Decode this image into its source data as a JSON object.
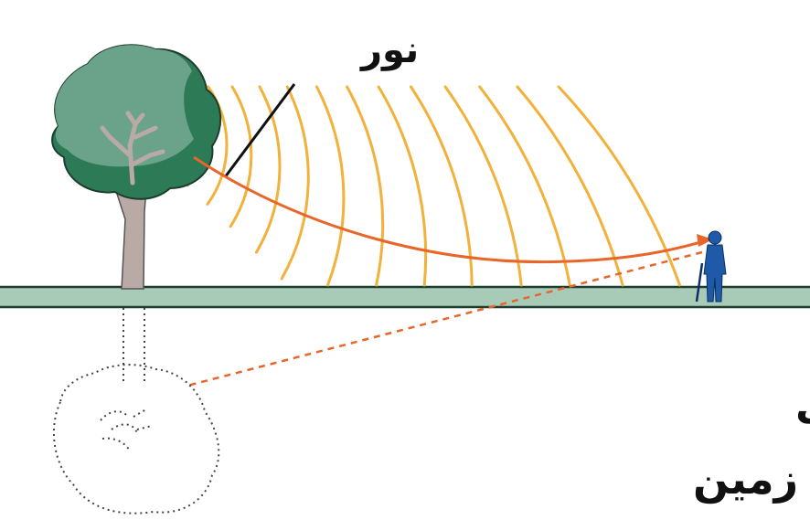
{
  "labels": {
    "light": "نور",
    "caption_line1": "هوای گرم‌تر در نزدیکی",
    "caption_line2": "سطح زمین"
  },
  "colors": {
    "ground_fill": "#a8cbb8",
    "ground_edge": "#1f3d2e",
    "tree_canopy_light": "#6aa38a",
    "tree_canopy_dark": "#2d7a57",
    "tree_trunk": "#b9aaa6",
    "wavefront": "#f2b13a",
    "light_ray": "#e8662a",
    "person": "#1f5aa8",
    "text": "#111111"
  },
  "icons": {
    "tree": "tree-icon",
    "person": "person-icon",
    "mirage": "mirage-tree-icon"
  }
}
